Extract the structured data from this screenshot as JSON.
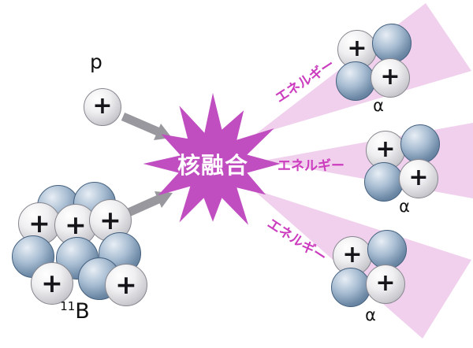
{
  "labels": {
    "fusion": "核融合",
    "energy": "エネルギー",
    "proton": "p",
    "boron_mass": "11",
    "boron_symbol": "B",
    "alpha": "α",
    "plus": "+"
  },
  "colors": {
    "starburst": "#c04ec0",
    "energy_text": "#cb3cbe",
    "beam": "#f0d0ec",
    "arrow": "#98989e",
    "proton_sphere": "#d9d9de",
    "neutron_sphere": "#6b86a4",
    "background": "#ffffff"
  }
}
